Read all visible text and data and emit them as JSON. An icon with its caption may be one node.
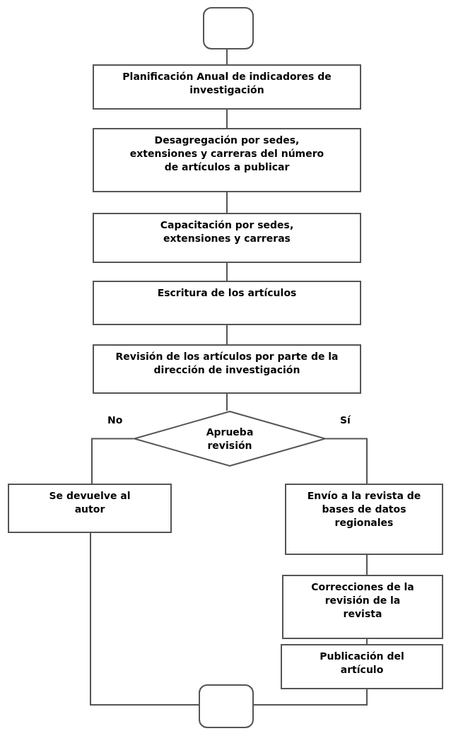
{
  "diagram": {
    "nodes": [
      {
        "text": [],
        "shape": "box"
      },
      {
        "text": [
          "Planificación Anual de indicadores de investigación"
        ]
      },
      {
        "text": [
          "Desagregación por sedes, extensiones y carreras del número de artículos a publicar"
        ]
      },
      {
        "text": [
          "Capacitación por sedes, extensiones y carreras"
        ]
      },
      {
        "text": [
          "Escritura de los artículos"
        ]
      },
      {
        "text": [
          "Revisión de los artículos por parte de la dirección de investigación"
        ]
      },
      {
        "text": [
          "Aprueba revisión"
        ]
      },
      {
        "text": [
          "Se devuelve al autor"
        ]
      },
      {
        "text": [
          "Envío a la revista de bases de datos regionales"
        ]
      },
      {
        "text": [
          "Correcciones de la revisión de la revista"
        ]
      },
      {
        "text": [
          "Publicación del artículo"
        ]
      },
      {
        "text": [],
        "shape": "box"
      }
    ],
    "edges": [
      {
        "from": 0,
        "to": 1,
        "arrow": "none"
      },
      {
        "from": 1,
        "to": 2,
        "arrow": "none"
      },
      {
        "from": 2,
        "to": 3,
        "arrow": "none"
      },
      {
        "from": 3,
        "to": 4,
        "arrow": "none"
      },
      {
        "from": 4,
        "to": 5,
        "arrow": "none"
      },
      {
        "from": 5,
        "to": 6,
        "arrow": "none"
      },
      {
        "from": 6,
        "to": 7,
        "arrow": "none",
        "label": "No"
      },
      {
        "from": 6,
        "to": 8,
        "arrow": "none",
        "label": "Sí"
      },
      {
        "from": 8,
        "to": 9,
        "arrow": "none"
      },
      {
        "from": 9,
        "to": 10,
        "arrow": "none"
      },
      {
        "from": 7,
        "to": 11,
        "arrow": "none"
      },
      {
        "from": 10,
        "to": 11,
        "arrow": "none"
      }
    ]
  }
}
